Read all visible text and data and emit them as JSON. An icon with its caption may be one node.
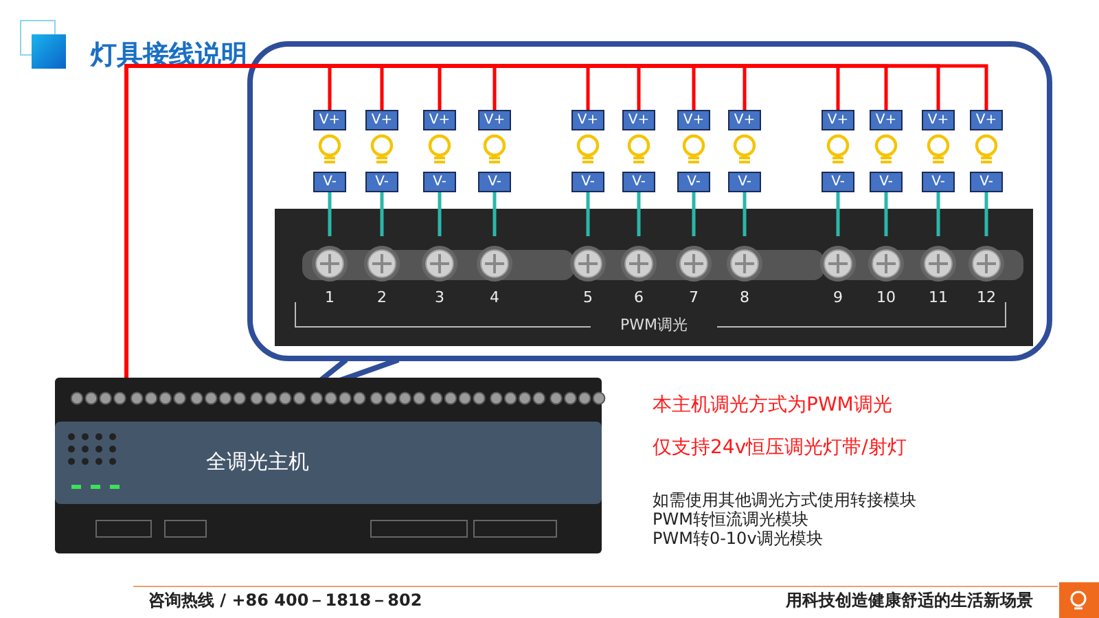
{
  "diagram": {
    "title": "灯具接线说明",
    "nodes": [
      {
        "text": [],
        "shape": "box"
      },
      {
        "text": [
          "V+"
        ],
        "in": 0
      },
      {
        "text": [
          "V+"
        ],
        "in": 0
      },
      {
        "text": [
          "V+"
        ],
        "in": 0
      },
      {
        "text": [
          "V+"
        ],
        "in": 0
      },
      {
        "text": [
          "V+"
        ],
        "in": 0
      },
      {
        "text": [
          "V+"
        ],
        "in": 0
      },
      {
        "text": [
          "V+"
        ],
        "in": 0
      },
      {
        "text": [
          "V+"
        ],
        "in": 0
      },
      {
        "text": [
          "V+"
        ],
        "in": 0
      },
      {
        "text": [
          "V+"
        ],
        "in": 0
      },
      {
        "text": [
          "V+"
        ],
        "in": 0
      },
      {
        "text": [
          "V+"
        ],
        "in": 0
      },
      {
        "text": [
          "V-"
        ],
        "in": 0
      },
      {
        "text": [
          "V-"
        ],
        "in": 0
      },
      {
        "text": [
          "V-"
        ],
        "in": 0
      },
      {
        "text": [
          "V-"
        ],
        "in": 0
      },
      {
        "text": [
          "V-"
        ],
        "in": 0
      },
      {
        "text": [
          "V-"
        ],
        "in": 0
      },
      {
        "text": [
          "V-"
        ],
        "in": 0
      },
      {
        "text": [
          "V-"
        ],
        "in": 0
      },
      {
        "text": [
          "V-"
        ],
        "in": 0
      },
      {
        "text": [
          "V-"
        ],
        "in": 0
      },
      {
        "text": [
          "V-"
        ],
        "in": 0
      },
      {
        "text": [
          "V-"
        ],
        "in": 0
      },
      {
        "text": [
          "PWM调光"
        ],
        "in": 0
      },
      {
        "text": [
          "1"
        ],
        "in": 25
      },
      {
        "text": [
          "2"
        ],
        "in": 25
      },
      {
        "text": [
          "3"
        ],
        "in": 25
      },
      {
        "text": [
          "4"
        ],
        "in": 25
      },
      {
        "text": [
          "5"
        ],
        "in": 25
      },
      {
        "text": [
          "6"
        ],
        "in": 25
      },
      {
        "text": [
          "7"
        ],
        "in": 25
      },
      {
        "text": [
          "8"
        ],
        "in": 25
      },
      {
        "text": [
          "9"
        ],
        "in": 25
      },
      {
        "text": [
          "10"
        ],
        "in": 25
      },
      {
        "text": [
          "11"
        ],
        "in": 25
      },
      {
        "text": [
          "12"
        ],
        "in": 25
      },
      {
        "text": [
          "全调光主机"
        ]
      }
    ],
    "edges": [
      {
        "from": 38,
        "to": 1,
        "arrow": "none",
        "color": "#ff0000"
      },
      {
        "from": 38,
        "to": 2,
        "arrow": "none",
        "color": "#ff0000"
      },
      {
        "from": 38,
        "to": 3,
        "arrow": "none",
        "color": "#ff0000"
      },
      {
        "from": 38,
        "to": 4,
        "arrow": "none",
        "color": "#ff0000"
      },
      {
        "from": 38,
        "to": 5,
        "arrow": "none",
        "color": "#ff0000"
      },
      {
        "from": 38,
        "to": 6,
        "arrow": "none",
        "color": "#ff0000"
      },
      {
        "from": 38,
        "to": 7,
        "arrow": "none",
        "color": "#ff0000"
      },
      {
        "from": 38,
        "to": 8,
        "arrow": "none",
        "color": "#ff0000"
      },
      {
        "from": 38,
        "to": 9,
        "arrow": "none",
        "color": "#ff0000"
      },
      {
        "from": 38,
        "to": 10,
        "arrow": "none",
        "color": "#ff0000"
      },
      {
        "from": 38,
        "to": 11,
        "arrow": "none",
        "color": "#ff0000"
      },
      {
        "from": 38,
        "to": 12,
        "arrow": "none",
        "color": "#ff0000"
      },
      {
        "from": 13,
        "to": 26,
        "arrow": "none",
        "color": "#2ab7a9"
      },
      {
        "from": 14,
        "to": 27,
        "arrow": "none",
        "color": "#2ab7a9"
      },
      {
        "from": 15,
        "to": 28,
        "arrow": "none",
        "color": "#2ab7a9"
      },
      {
        "from": 16,
        "to": 29,
        "arrow": "none",
        "color": "#2ab7a9"
      },
      {
        "from": 17,
        "to": 30,
        "arrow": "none",
        "color": "#2ab7a9"
      },
      {
        "from": 18,
        "to": 31,
        "arrow": "none",
        "color": "#2ab7a9"
      },
      {
        "from": 19,
        "to": 32,
        "arrow": "none",
        "color": "#2ab7a9"
      },
      {
        "from": 20,
        "to": 33,
        "arrow": "none",
        "color": "#2ab7a9"
      },
      {
        "from": 21,
        "to": 34,
        "arrow": "none",
        "color": "#2ab7a9"
      },
      {
        "from": 22,
        "to": 35,
        "arrow": "none",
        "color": "#2ab7a9"
      },
      {
        "from": 23,
        "to": 36,
        "arrow": "none",
        "color": "#2ab7a9"
      },
      {
        "from": 24,
        "to": 37,
        "arrow": "none",
        "color": "#2ab7a9"
      }
    ],
    "labels": [
      "本主机调光方式为PWM调光",
      "仅支持24v恒压调光灯带/射灯",
      "如需使用其他调光方式使用转接模块",
      "PWM转恒流调光模块",
      "PWM转0-10v调光模块",
      "咨询热线 / +86 400－1818－802",
      "用科技创造健康舒适的生活新场景"
    ]
  }
}
